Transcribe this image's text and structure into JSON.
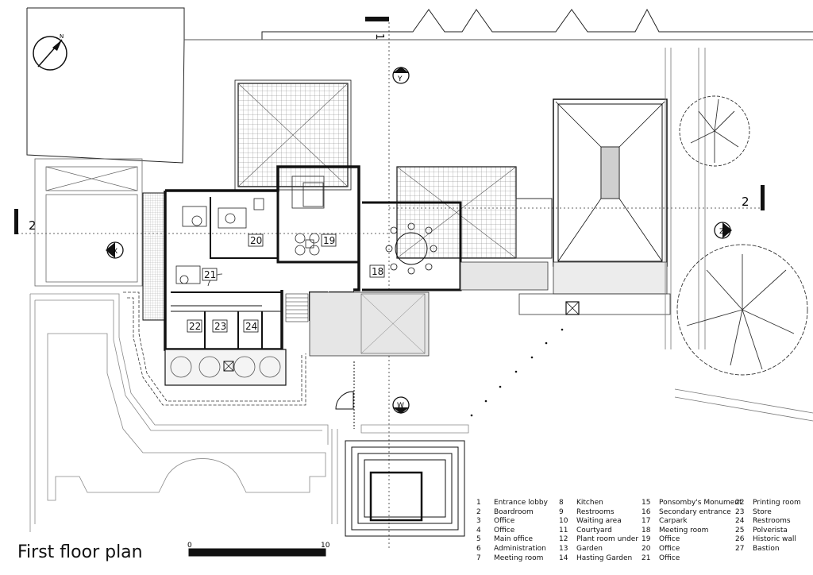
{
  "title": "First floor plan",
  "scale": {
    "start": "0",
    "end": "10"
  },
  "section_marks": {
    "one": "1",
    "two_left": "2",
    "two_right": "2"
  },
  "elevation_marks": [
    "Y",
    "X",
    "Z",
    "W"
  ],
  "room_numbers": [
    "18",
    "19",
    "20",
    "21",
    "22",
    "23",
    "24"
  ],
  "legend": [
    {
      "num": "1",
      "label": "Entrance lobby"
    },
    {
      "num": "2",
      "label": "Boardroom"
    },
    {
      "num": "3",
      "label": "Office"
    },
    {
      "num": "4",
      "label": "Office"
    },
    {
      "num": "5",
      "label": "Main office"
    },
    {
      "num": "6",
      "label": "Administration"
    },
    {
      "num": "7",
      "label": "Meeting room"
    },
    {
      "num": "8",
      "label": "Kitchen"
    },
    {
      "num": "9",
      "label": "Restrooms"
    },
    {
      "num": "10",
      "label": "Waiting area"
    },
    {
      "num": "11",
      "label": "Courtyard"
    },
    {
      "num": "12",
      "label": "Plant room under"
    },
    {
      "num": "13",
      "label": "Garden"
    },
    {
      "num": "14",
      "label": "Hasting Garden"
    },
    {
      "num": "15",
      "label": "Ponsomby's Monument"
    },
    {
      "num": "16",
      "label": "Secondary entrance"
    },
    {
      "num": "17",
      "label": "Carpark"
    },
    {
      "num": "18",
      "label": "Meeting room"
    },
    {
      "num": "19",
      "label": "Office"
    },
    {
      "num": "20",
      "label": "Office"
    },
    {
      "num": "21",
      "label": "Office"
    },
    {
      "num": "22",
      "label": "Printing room"
    },
    {
      "num": "23",
      "label": "Store"
    },
    {
      "num": "24",
      "label": "Restrooms"
    },
    {
      "num": "25",
      "label": "Polverista"
    },
    {
      "num": "26",
      "label": "Historic wall"
    },
    {
      "num": "27",
      "label": "Bastion"
    }
  ]
}
